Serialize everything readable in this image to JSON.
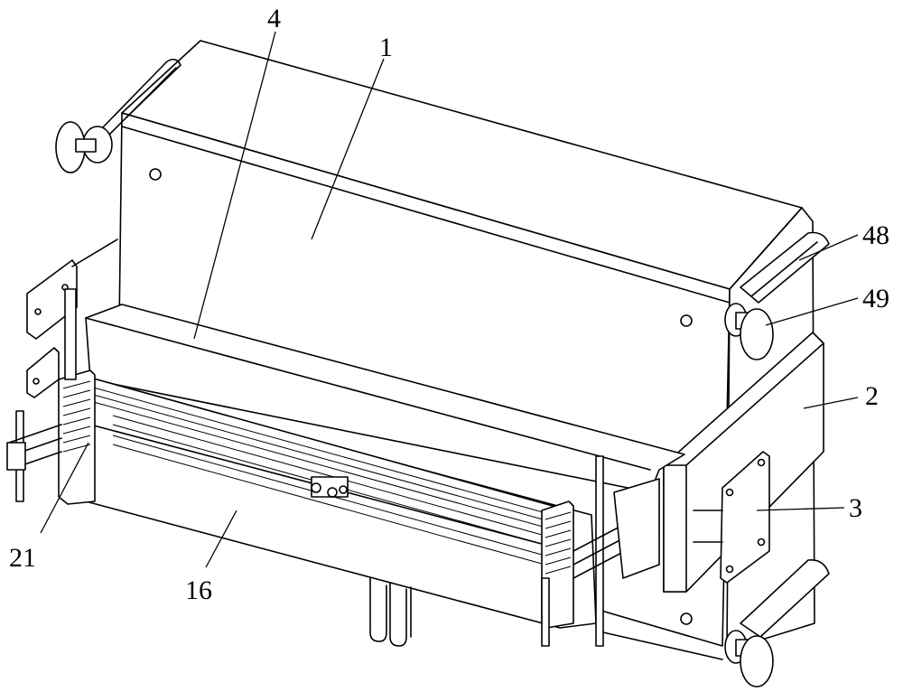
{
  "labels": [
    {
      "id": "label-4",
      "text": "4"
    },
    {
      "id": "label-1",
      "text": "1"
    },
    {
      "id": "label-48",
      "text": "48"
    },
    {
      "id": "label-49",
      "text": "49"
    },
    {
      "id": "label-2",
      "text": "2"
    },
    {
      "id": "label-3",
      "text": "3"
    },
    {
      "id": "label-21",
      "text": "21"
    },
    {
      "id": "label-16",
      "text": "16"
    }
  ]
}
